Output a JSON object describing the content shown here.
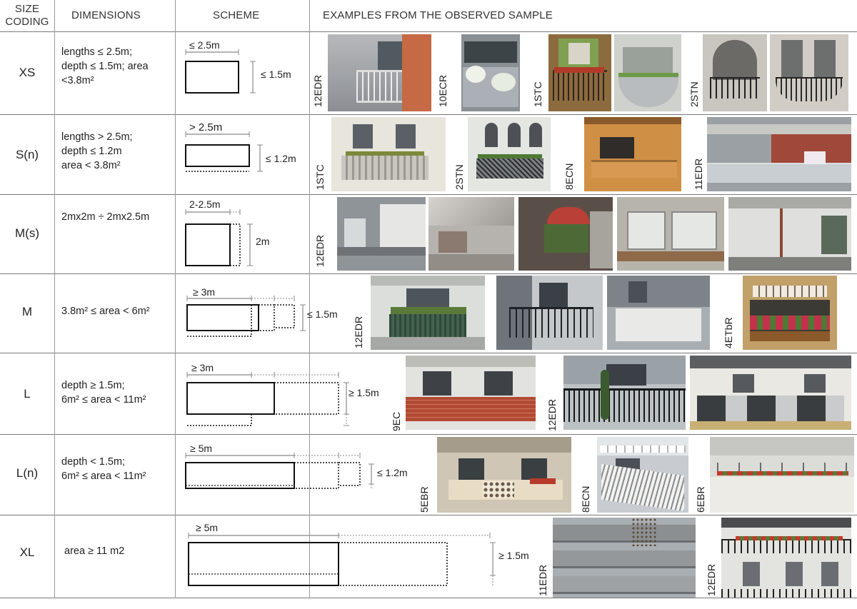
{
  "headers": {
    "size_coding": [
      "SIZE",
      "CODING"
    ],
    "dimensions": "DIMENSIONS",
    "scheme": "SCHEME",
    "examples": "EXAMPLES FROM THE OBSERVED SAMPLE"
  },
  "rows": [
    {
      "size": "XS",
      "dimensions": [
        "lengths ≤ 2.5m;",
        "depth ≤ 1.5m; area",
        "<3.8m²"
      ],
      "scheme": {
        "length_label": "≤ 2.5m",
        "depth_label": "≤ 1.5m"
      },
      "photo_codes": [
        "12EDR",
        "10ECR",
        "1STC",
        "2STN"
      ]
    },
    {
      "size": "S(n)",
      "dimensions": [
        "lengths > 2.5m;",
        "depth ≤ 1.2m",
        "area < 3.8m²"
      ],
      "scheme": {
        "length_label": "> 2.5m",
        "depth_label": "≤ 1.2m"
      },
      "photo_codes": [
        "1STC",
        "2STN",
        "8ECN",
        "11EDR"
      ]
    },
    {
      "size": "M(s)",
      "dimensions": [
        "2mx2m ÷ 2mx2.5m"
      ],
      "scheme": {
        "length_label": "2-2.5m",
        "depth_label": "2m"
      },
      "photo_codes": [
        "12EDR"
      ]
    },
    {
      "size": "M",
      "dimensions": [
        "3.8m² ≤ area < 6m²"
      ],
      "scheme": {
        "length_label": "≥ 3m",
        "depth_label": "≤ 1.5m"
      },
      "photo_codes": [
        "12EDR",
        "4ETbR"
      ]
    },
    {
      "size": "L",
      "dimensions": [
        "depth ≥ 1.5m;",
        "6m² ≤ area < 11m²"
      ],
      "scheme": {
        "length_label": "≥ 3m",
        "depth_label": "≥ 1.5m"
      },
      "photo_codes": [
        "9EC",
        "12EDR"
      ]
    },
    {
      "size": "L(n)",
      "dimensions": [
        "depth < 1.5m;",
        "6m² ≤ area < 11m²"
      ],
      "scheme": {
        "length_label": "≥ 5m",
        "depth_label": "≤ 1.2m"
      },
      "photo_codes": [
        "5EBR",
        "8ECN",
        "6EBR"
      ]
    },
    {
      "size": "XL",
      "dimensions": [
        "area ≥ 11 m2"
      ],
      "scheme": {
        "length_label": "≥ 5m",
        "depth_label": "≥ 1.5m"
      },
      "photo_codes": [
        "11EDR",
        "12EDR"
      ]
    }
  ]
}
